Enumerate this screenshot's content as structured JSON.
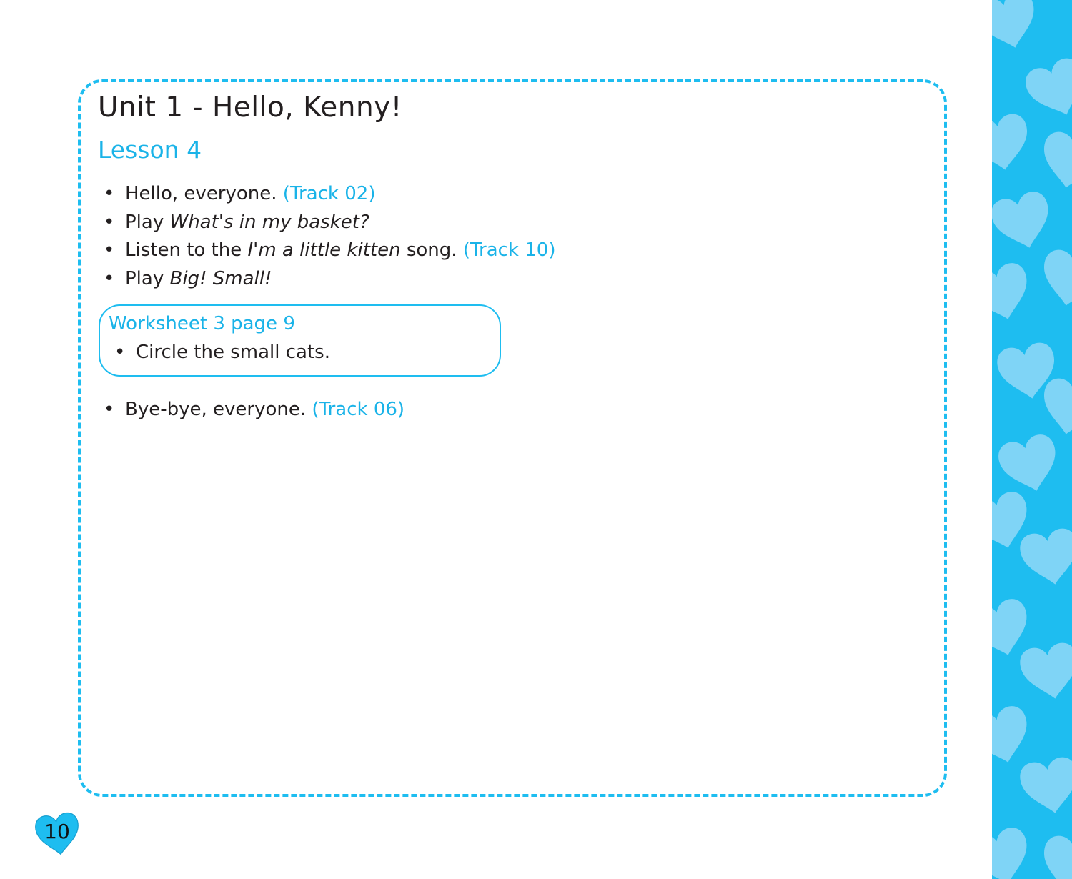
{
  "title": "Unit 1 - Hello, Kenny!",
  "lesson": "Lesson 4",
  "activities": [
    {
      "segments": [
        {
          "text": "Hello, everyone. ",
          "style": "normal"
        },
        {
          "text": "(Track 02)",
          "style": "track"
        }
      ]
    },
    {
      "segments": [
        {
          "text": "Play ",
          "style": "normal"
        },
        {
          "text": "What's in my basket?",
          "style": "italic"
        }
      ]
    },
    {
      "segments": [
        {
          "text": "Listen to the ",
          "style": "normal"
        },
        {
          "text": "I'm a little kitten",
          "style": "italic"
        },
        {
          "text": " song. ",
          "style": "normal"
        },
        {
          "text": "(Track 10)",
          "style": "track"
        }
      ]
    },
    {
      "segments": [
        {
          "text": "Play ",
          "style": "normal"
        },
        {
          "text": "Big! Small!",
          "style": "italic"
        }
      ]
    }
  ],
  "worksheet": {
    "title": "Worksheet 3 page 9",
    "items": [
      "Circle the small cats."
    ]
  },
  "closing": {
    "segments": [
      {
        "text": "Bye-bye, everyone. ",
        "style": "normal"
      },
      {
        "text": "(Track 06)",
        "style": "track"
      }
    ]
  },
  "page_number": "10",
  "colors": {
    "accent": "#1ebdf0",
    "heart_light": "#7fd4f6"
  }
}
